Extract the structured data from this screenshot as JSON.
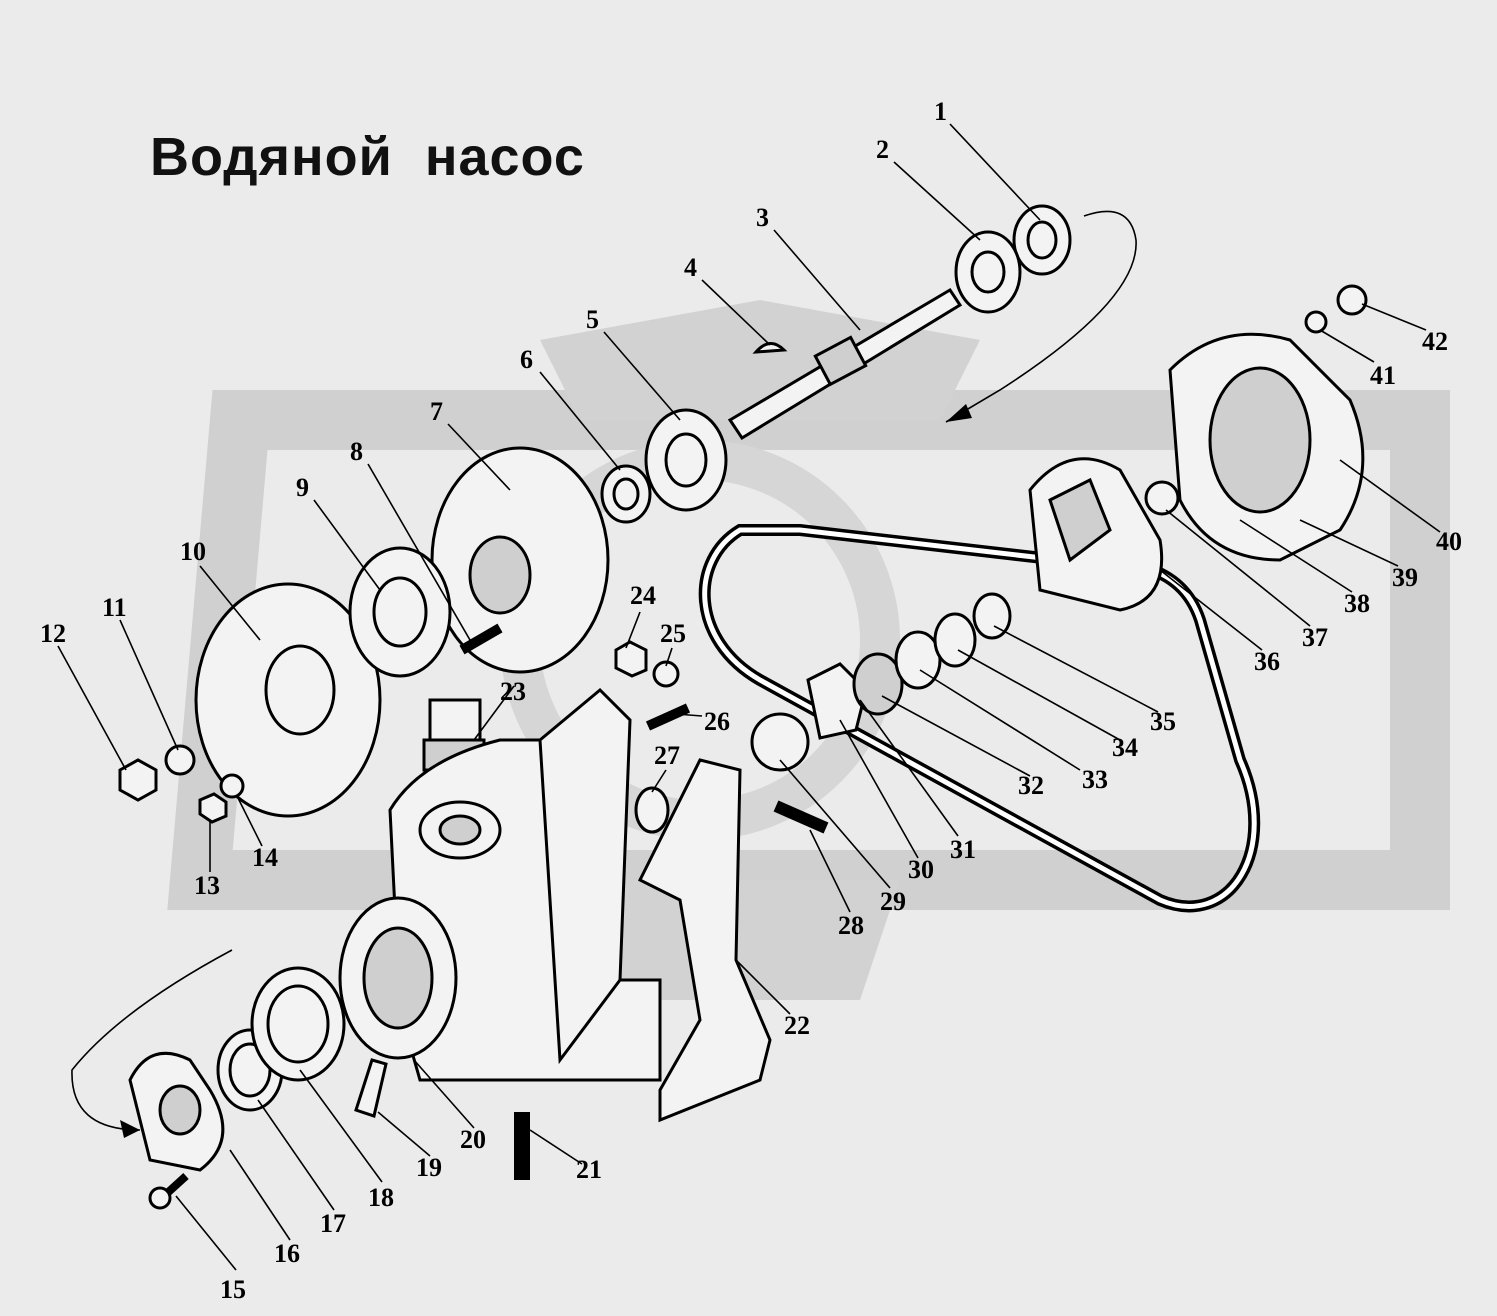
{
  "title": "Водяной  насос",
  "labels": [
    "1",
    "2",
    "3",
    "4",
    "5",
    "6",
    "7",
    "8",
    "9",
    "10",
    "11",
    "12",
    "13",
    "14",
    "15",
    "16",
    "17",
    "18",
    "19",
    "20",
    "21",
    "22",
    "23",
    "24",
    "25",
    "26",
    "27",
    "28",
    "29",
    "30",
    "31",
    "32",
    "33",
    "34",
    "35",
    "36",
    "37",
    "38",
    "39",
    "40",
    "41",
    "42"
  ],
  "colors": {
    "background": "#ebebeb",
    "watermark": "#cfcfcf",
    "ink": "#000000"
  }
}
